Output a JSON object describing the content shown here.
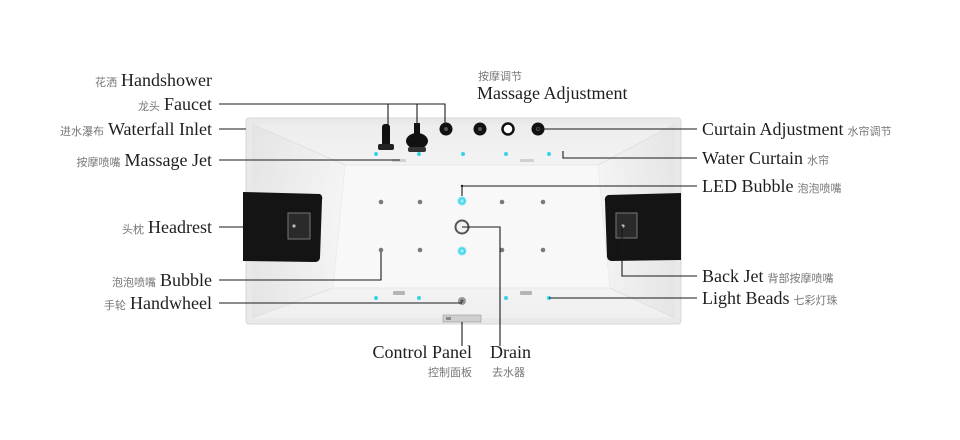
{
  "labels": {
    "handshower": {
      "cn": "花洒",
      "en": "Handshower"
    },
    "faucet": {
      "cn": "龙头",
      "en": "Faucet"
    },
    "waterfall_inlet": {
      "cn": "进水瀑布",
      "en": "Waterfall Inlet"
    },
    "massage_jet": {
      "cn": "按摩喷嘴",
      "en": "Massage Jet"
    },
    "headrest": {
      "cn": "头枕",
      "en": "Headrest"
    },
    "bubble": {
      "cn": "泡泡喷嘴",
      "en": "Bubble"
    },
    "handwheel": {
      "cn": "手轮",
      "en": "Handwheel"
    },
    "massage_adjustment": {
      "cn": "按摩调节",
      "en": "Massage Adjustment"
    },
    "curtain_adjustment": {
      "cn": "水帘调节",
      "en": "Curtain Adjustment"
    },
    "water_curtain": {
      "cn": "水帘",
      "en": "Water Curtain"
    },
    "led_bubble": {
      "cn": "泡泡喷嘴",
      "en": "LED Bubble"
    },
    "back_jet": {
      "cn": "背部按摩喷嘴",
      "en": "Back Jet"
    },
    "light_beads": {
      "cn": "七彩灯珠",
      "en": "Light Beads"
    },
    "control_panel": {
      "cn": "控制面板",
      "en": "Control Panel"
    },
    "drain": {
      "cn": "去水器",
      "en": "Drain"
    }
  },
  "colors": {
    "leader_line": "#1a1a1a",
    "tub_rim": "#e9e9ea",
    "tub_basin": "#f7f7f8",
    "headrest": "#141414",
    "led": "#36d3e6"
  }
}
